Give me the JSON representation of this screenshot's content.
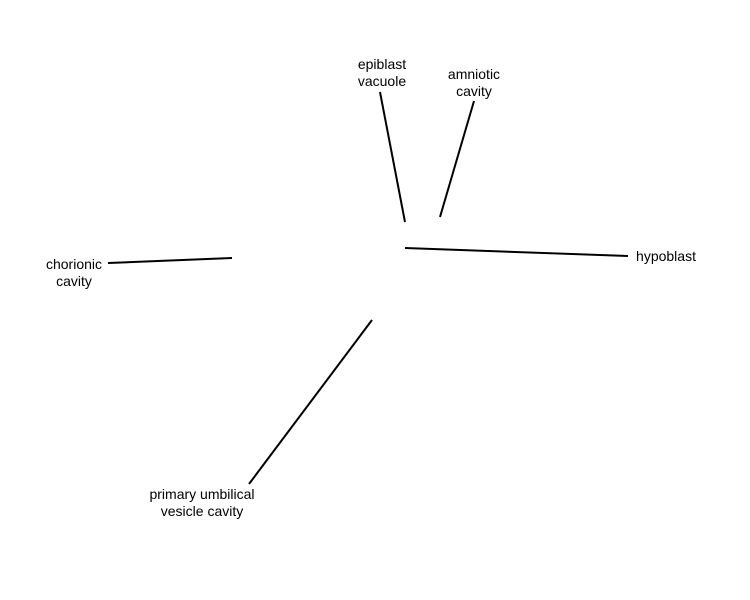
{
  "labels": {
    "epiblast_vacuole": "epiblast\nvacuole",
    "amniotic_cavity": "amniotic\ncavity",
    "chorionic_cavity": "chorionic\ncavity",
    "hypoblast": "hypoblast",
    "primary_umbilical_vesicle_cavity": "primary umbilical\nvesicle cavity"
  },
  "colors": {
    "background": "#ffffff",
    "line": "#000000",
    "text": "#000000"
  }
}
